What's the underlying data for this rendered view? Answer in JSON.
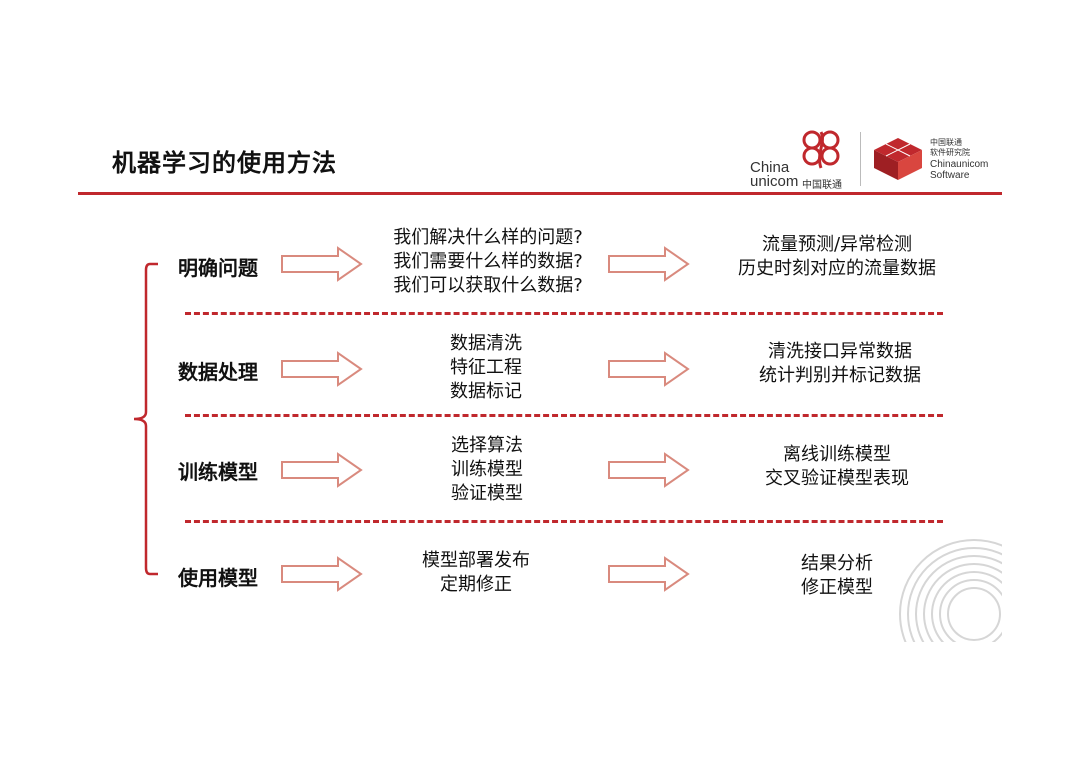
{
  "title": "机器学习的使用方法",
  "logo": {
    "cu_en_line1": "China",
    "cu_en_line2": "unicom",
    "cu_cn": "中国联通",
    "sw_cn_line1": "中国联通",
    "sw_cn_line2": "软件研究院",
    "sw_en_line1": "Chinaunicom",
    "sw_en_line2": "Software"
  },
  "colors": {
    "accent": "#c0282d",
    "arrow_stroke": "#d98a7e"
  },
  "rows": [
    {
      "label": "明确问题",
      "middle": [
        "我们解决什么样的问题?",
        "我们需要什么样的数据?",
        "我们可以获取什么数据?"
      ],
      "right": [
        "流量预测/异常检测",
        "历史时刻对应的流量数据"
      ]
    },
    {
      "label": "数据处理",
      "middle": [
        "数据清洗",
        "特征工程",
        "数据标记"
      ],
      "right": [
        "清洗接口异常数据",
        "统计判别并标记数据"
      ]
    },
    {
      "label": "训练模型",
      "middle": [
        "选择算法",
        "训练模型",
        "验证模型"
      ],
      "right": [
        "离线训练模型",
        "交叉验证模型表现"
      ]
    },
    {
      "label": "使用模型",
      "middle": [
        "模型部署发布",
        "定期修正"
      ],
      "right": [
        "结果分析",
        "修正模型"
      ]
    }
  ]
}
